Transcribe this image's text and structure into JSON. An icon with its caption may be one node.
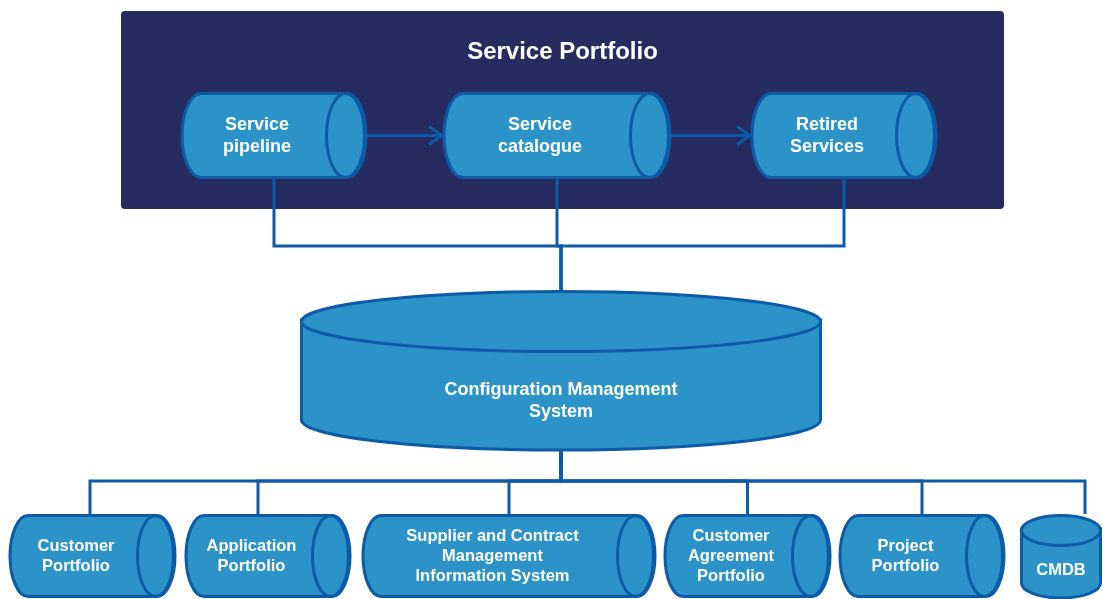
{
  "diagram": {
    "nodes": [
      {
        "text": [
          "Service Portfolio"
        ]
      },
      {
        "text": [
          "Service pipeline"
        ],
        "in": 0
      },
      {
        "text": [
          "Service catalogue"
        ],
        "in": 0
      },
      {
        "text": [
          "Retired Services"
        ],
        "in": 0
      },
      {
        "text": [
          "Configuration Management System"
        ]
      },
      {
        "text": [
          "Customer Portfolio"
        ]
      },
      {
        "text": [
          "Application Portfolio"
        ]
      },
      {
        "text": [
          "Supplier and Contract Management Information System"
        ]
      },
      {
        "text": [
          "Customer Agreement Portfolio"
        ]
      },
      {
        "text": [
          "Project Portfolio"
        ]
      },
      {
        "text": [
          "CMDB"
        ]
      }
    ],
    "edges": [
      {
        "from": 1,
        "to": 2,
        "arrow": "to"
      },
      {
        "from": 2,
        "to": 3,
        "arrow": "to"
      },
      {
        "from": 1,
        "to": 4,
        "arrow": "none"
      },
      {
        "from": 2,
        "to": 4,
        "arrow": "none"
      },
      {
        "from": 3,
        "to": 4,
        "arrow": "none"
      },
      {
        "from": 4,
        "to": 5,
        "arrow": "none"
      },
      {
        "from": 4,
        "to": 6,
        "arrow": "none"
      },
      {
        "from": 4,
        "to": 7,
        "arrow": "none"
      },
      {
        "from": 4,
        "to": 8,
        "arrow": "none"
      },
      {
        "from": 4,
        "to": 9,
        "arrow": "none"
      },
      {
        "from": 4,
        "to": 10,
        "arrow": "none"
      }
    ]
  }
}
